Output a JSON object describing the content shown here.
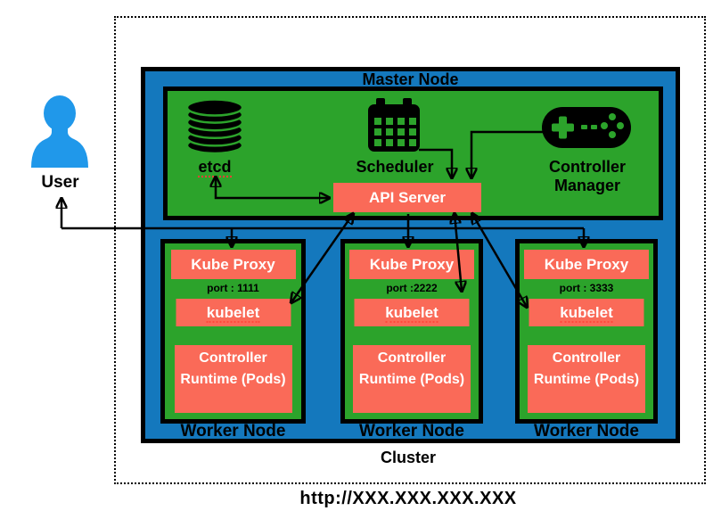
{
  "colors": {
    "node_blue": "#1478BD",
    "component_green": "#2CA32B",
    "box_red": "#FA6A58",
    "user_blue": "#2098EA",
    "outline_black": "#000000",
    "box_text_white": "#FFFFFF",
    "spellcheck_red": "#FF4136"
  },
  "user": {
    "label": "User"
  },
  "cluster": {
    "label": "Cluster",
    "address": "http://XXX.XXX.XXX.XXX"
  },
  "master": {
    "title": "Master Node",
    "etcd_label": "etcd",
    "scheduler_label": "Scheduler",
    "controller_manager_label": "Controller Manager",
    "api_server_label": "API Server"
  },
  "workers": [
    {
      "title": "Worker Node",
      "kube_proxy_label": "Kube Proxy",
      "port_label": "port : 1111",
      "kubelet_label": "kubelet",
      "runtime_label": "Controller Runtime (Pods)"
    },
    {
      "title": "Worker Node",
      "kube_proxy_label": "Kube Proxy",
      "port_label": "port :2222",
      "kubelet_label": "kubelet",
      "runtime_label": "Controller Runtime (Pods)"
    },
    {
      "title": "Worker Node",
      "kube_proxy_label": "Kube Proxy",
      "port_label": "port : 3333",
      "kubelet_label": "kubelet",
      "runtime_label": "Controller Runtime (Pods)"
    }
  ]
}
